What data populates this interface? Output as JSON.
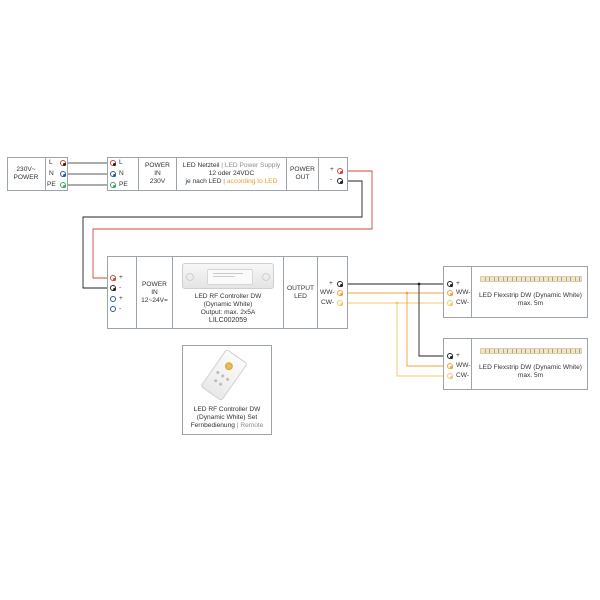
{
  "colors": {
    "red": "#d9443a",
    "black": "#222222",
    "blue": "#2b5aa8",
    "green": "#3fa66a",
    "orange": "#f2a13a",
    "yellow": "#f5c86b",
    "border": "#9aa4ad",
    "accent": "#e99b2e"
  },
  "mains": {
    "title_line1": "230V~",
    "title_line2": "POWER",
    "terminals": [
      "L",
      "N",
      "PE"
    ]
  },
  "psu": {
    "input_terminals": [
      "L",
      "N",
      "PE"
    ],
    "input_line1": "POWER",
    "input_line2": "IN",
    "input_line3": "230V",
    "name_de": "LED Netzteil",
    "sep": "|",
    "name_en": "LED Power Supply",
    "voltage": "12 oder 24VDC",
    "by_led_de": "je nach LED",
    "by_led_sep": "|",
    "by_led_en": "according to LED",
    "output_line1": "POWER",
    "output_line2": "OUT",
    "output_terminals": [
      "+",
      "-"
    ]
  },
  "controller": {
    "input_terminals": [
      "+",
      "-",
      "+",
      "-"
    ],
    "input_line1": "POWER",
    "input_line2": "IN",
    "input_line3": "12~24V=",
    "line1": "LED RF Controller DW",
    "line2": "(Dynamic White)",
    "line3": "Output: max. 2x5A",
    "line4": "LILC002059",
    "output_line1": "OUTPUT",
    "output_line2": "LED",
    "output_terminals": [
      "+",
      "WW-",
      "CW-"
    ]
  },
  "remote": {
    "line1": "LED RF Controller DW",
    "line2": "(Dynamic White) Set",
    "line3_de": "Fernbedienung",
    "line3_sep": "|",
    "line3_en": "Remote"
  },
  "strip1": {
    "terminals": [
      "+",
      "WW-",
      "CW-"
    ],
    "line1": "LED Flexstrip DW (Dynamic White)",
    "line2": "max. 5m"
  },
  "strip2": {
    "terminals": [
      "+",
      "WW-",
      "CW-"
    ],
    "line1": "LED Flexstrip DW (Dynamic White)",
    "line2": "max. 5m"
  }
}
